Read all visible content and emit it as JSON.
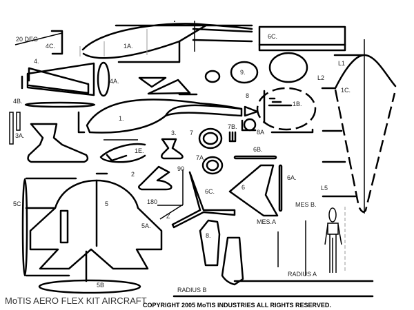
{
  "title": "MoTIS AERO FLEX KIT AIRCRAFT",
  "copyright": "COPYRIGHT 2005 MoTIS INDUSTRIES ALL RIGHTS RESERVED.",
  "labels": {
    "deg20": "20 DEG",
    "p4c": "4C.",
    "p4": "4.",
    "p1a": "1A.",
    "p6c_top": "6C.",
    "p9": "9.",
    "l1": "L1",
    "l2": "L2",
    "p1c": "1C.",
    "p4a": "4A.",
    "p4b": "4B.",
    "p8_top": "8",
    "p1b": "1B.",
    "p1": "1.",
    "p3a": "3A.",
    "p3": "3.",
    "p7": "7",
    "p7b": "7B.",
    "p8a": "8A",
    "p1e": "1E.",
    "p6b": "6B.",
    "p7a": "7A",
    "a90": "90",
    "p2": "2",
    "p6a": "6A.",
    "p6c": "6C.",
    "p6": "6",
    "p5c": "5C",
    "p5": "5",
    "a180": "180",
    "l5": "L5",
    "mesb": "MES B.",
    "z": "Z",
    "p5a": "5A.",
    "mesa": "MES.A",
    "p8": "8.",
    "radius_a": "RADIUS A",
    "p5b": "5B",
    "radius_b": "RADIUS B"
  }
}
